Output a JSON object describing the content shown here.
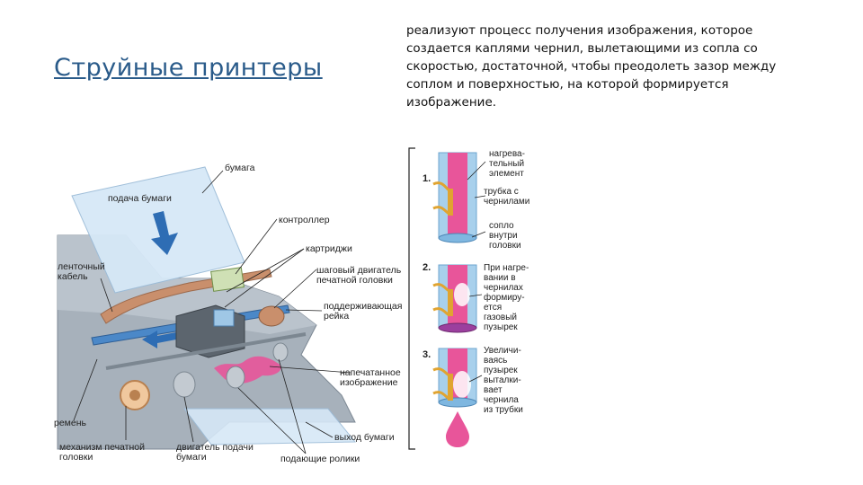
{
  "slide": {
    "title": "Струйные принтеры",
    "description_lines": [
      " реализуют процесс получения изображения, которое",
      "создается каплями чернил, вылетающими из сопла со",
      "скоростью, достаточной, чтобы преодолеть зазор между",
      "соплом и поверхностью, на которой формируется",
      "изображение."
    ]
  },
  "printer_diagram": {
    "labels": {
      "paper": "бумага",
      "paper_feed": "подача бумаги",
      "controller": "контроллер",
      "cartridges": "картриджи",
      "ribbon_cable_1": "ленточный",
      "ribbon_cable_2": "кабель",
      "stepper_1": "шаговый двигатель",
      "stepper_2": "печатной головки",
      "rail_1": "поддерживающая",
      "rail_2": "рейка",
      "printed_1": "напечатанное",
      "printed_2": "изображение",
      "belt": "ремень",
      "paper_out": "выход бумаги",
      "mech_1": "механизм печатной",
      "mech_2": "головки",
      "feed_motor_1": "двигатель подачи",
      "feed_motor_2": "бумаги",
      "rollers": "подающие ролики"
    }
  },
  "steps_diagram": {
    "steps": [
      {
        "number": "1.",
        "labels": [
          "нагрева-",
          "тельный",
          "элемент"
        ],
        "labels_b": [
          "трубка с",
          "чернилами"
        ],
        "labels_c": [
          "сопло",
          "внутри",
          "головки"
        ]
      },
      {
        "number": "2.",
        "labels": [
          "При нагре-",
          "вании в",
          "чернилах",
          "формиру-",
          "ется",
          "газовый",
          "пузырек"
        ]
      },
      {
        "number": "3.",
        "labels": [
          "Увеличи-",
          "ваясь",
          "пузырек",
          "выталки-",
          "вает",
          "чернила",
          "из трубки"
        ]
      }
    ]
  },
  "colors": {
    "title": "#2a5b8a",
    "ink_tube": "#e8559a",
    "tube_glass": "#a8d0ec",
    "paper": "#cfe3f5",
    "case": "#9aa6b2",
    "arrow": "#2e6db4",
    "ribbon": "#c98f6c",
    "bracket": "#222222"
  }
}
